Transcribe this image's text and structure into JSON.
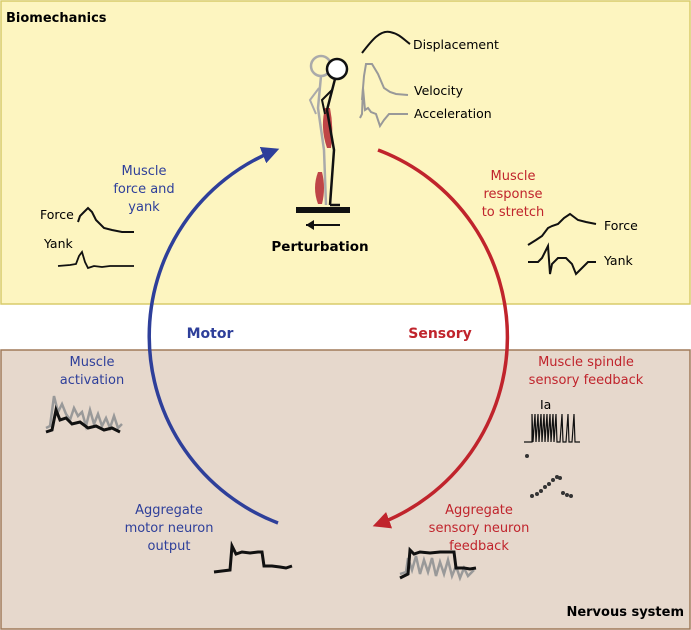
{
  "panels": {
    "top_label": "Biomechanics",
    "bottom_label": "Nervous system"
  },
  "colors": {
    "top_fill": "#fdf5c0",
    "top_stroke": "#d8cc6a",
    "bottom_fill": "#e6d8cc",
    "bottom_stroke": "#a07a5a",
    "motor": "#2e3f9a",
    "sensory": "#c0242c",
    "trace_dark": "#111111",
    "trace_grey": "#999999"
  },
  "figure": {
    "perturbation": "Perturbation",
    "kinematics": [
      "Displacement",
      "Velocity",
      "Acceleration"
    ]
  },
  "loop": {
    "motor_label": "Motor",
    "sensory_label": "Sensory"
  },
  "motor_side": {
    "force_yank": [
      "Muscle",
      "force and",
      "yank"
    ],
    "activation": [
      "Muscle",
      "activation"
    ],
    "motor_output": [
      "Aggregate",
      "motor neuron",
      "output"
    ],
    "trace_force": "Force",
    "trace_yank": "Yank"
  },
  "sensory_side": {
    "stretch": [
      "Muscle",
      "response",
      "to stretch"
    ],
    "spindle": [
      "Muscle spindle",
      "sensory feedback"
    ],
    "sensory_neuron": [
      "Aggregate",
      "sensory neuron",
      "feedback"
    ],
    "trace_force": "Force",
    "trace_yank": "Yank",
    "ia": "Ia"
  }
}
